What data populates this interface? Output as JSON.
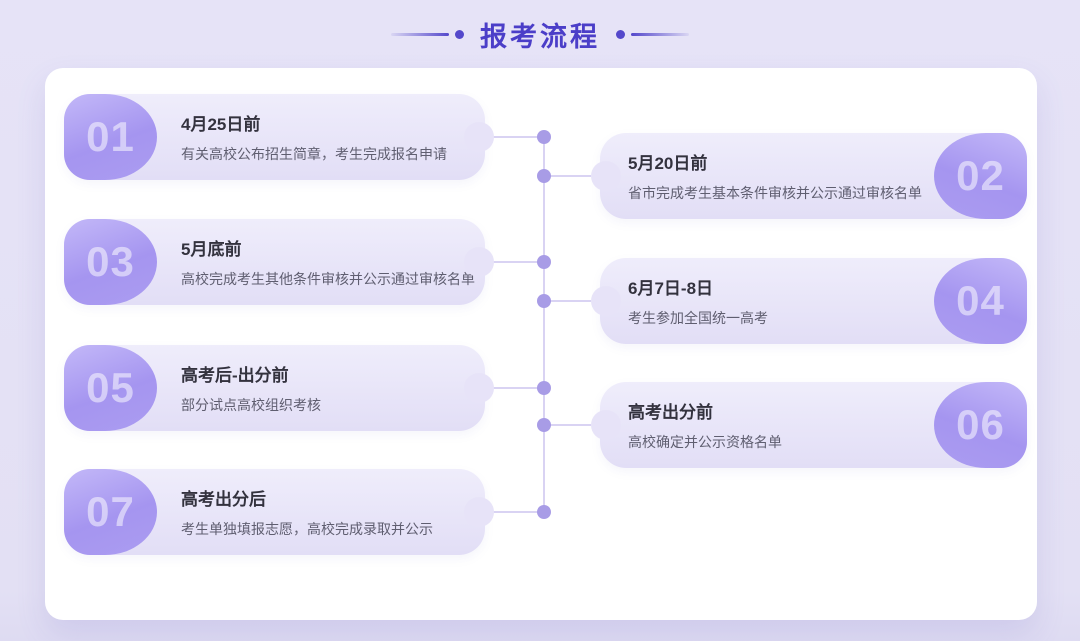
{
  "page": {
    "title": "报考流程"
  },
  "colors": {
    "background": "#e4e1f5",
    "accent": "#4b3ec8",
    "panel": "#ffffff",
    "card_bg_top": "#efedfb",
    "card_bg_bottom": "#e2def6",
    "badge_gradient_start": "#c3b8f8",
    "badge_gradient_end": "#a595f0",
    "timeline_line": "#d9d3f3",
    "timeline_dot": "#a89ce6",
    "title_text": "#33323e",
    "desc_text": "#5f5e70"
  },
  "timeline": {
    "steps": [
      {
        "num": "01",
        "side": "left",
        "title": "4月25日前",
        "desc": "有关高校公布招生简章，考生完成报名申请"
      },
      {
        "num": "02",
        "side": "right",
        "title": "5月20日前",
        "desc": "省市完成考生基本条件审核并公示通过审核名单"
      },
      {
        "num": "03",
        "side": "left",
        "title": "5月底前",
        "desc": "高校完成考生其他条件审核并公示通过审核名单"
      },
      {
        "num": "04",
        "side": "right",
        "title": "6月7日-8日",
        "desc": "考生参加全国统一高考"
      },
      {
        "num": "05",
        "side": "left",
        "title": "高考后-出分前",
        "desc": "部分试点高校组织考核"
      },
      {
        "num": "06",
        "side": "right",
        "title": "高考出分前",
        "desc": "高校确定并公示资格名单"
      },
      {
        "num": "07",
        "side": "left",
        "title": "高考出分后",
        "desc": "考生单独填报志愿，高校完成录取并公示"
      }
    ]
  }
}
